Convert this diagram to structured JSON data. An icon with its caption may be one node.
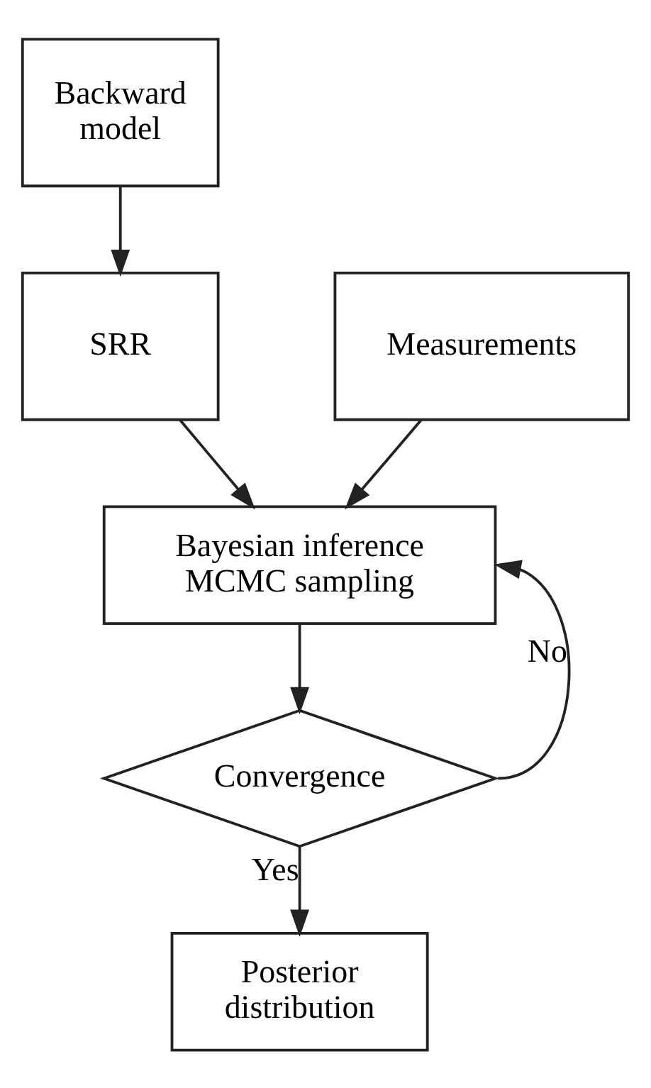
{
  "diagram": {
    "nodes": [
      {
        "text": [
          "Backward model"
        ]
      },
      {
        "text": [
          "SRR"
        ]
      },
      {
        "text": [
          "Measurements"
        ]
      },
      {
        "text": [
          "Bayesian inference MCMC sampling"
        ]
      },
      {
        "text": [
          "Convergence"
        ]
      },
      {
        "text": [
          "Posterior distribution"
        ]
      }
    ],
    "edges": [
      {
        "from": 0,
        "to": 1,
        "arrow": "to"
      },
      {
        "from": 1,
        "to": 3,
        "arrow": "to"
      },
      {
        "from": 2,
        "to": 3,
        "arrow": "to"
      },
      {
        "from": 3,
        "to": 4,
        "arrow": "to"
      },
      {
        "from": 4,
        "to": 3,
        "arrow": "to",
        "label": "No"
      },
      {
        "from": 4,
        "to": 5,
        "arrow": "to",
        "label": "Yes"
      }
    ]
  }
}
